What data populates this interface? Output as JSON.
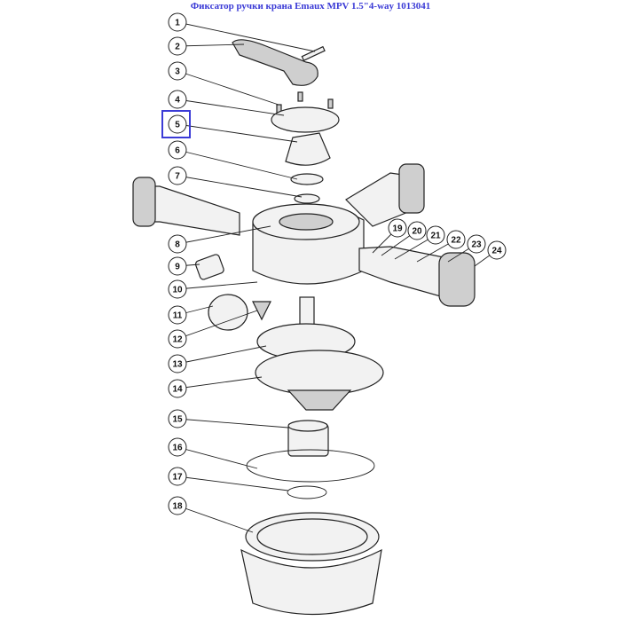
{
  "title": "Фиксатор ручки крана Emaux MPV 1.5\"4-way 1013041",
  "selected_part": "5",
  "highlight_color": "#3b3bd6",
  "callouts": [
    "1",
    "2",
    "3",
    "4",
    "5",
    "6",
    "7",
    "8",
    "9",
    "10",
    "11",
    "12",
    "13",
    "14",
    "15",
    "16",
    "17",
    "18",
    "19",
    "20",
    "21",
    "22",
    "23",
    "24"
  ]
}
